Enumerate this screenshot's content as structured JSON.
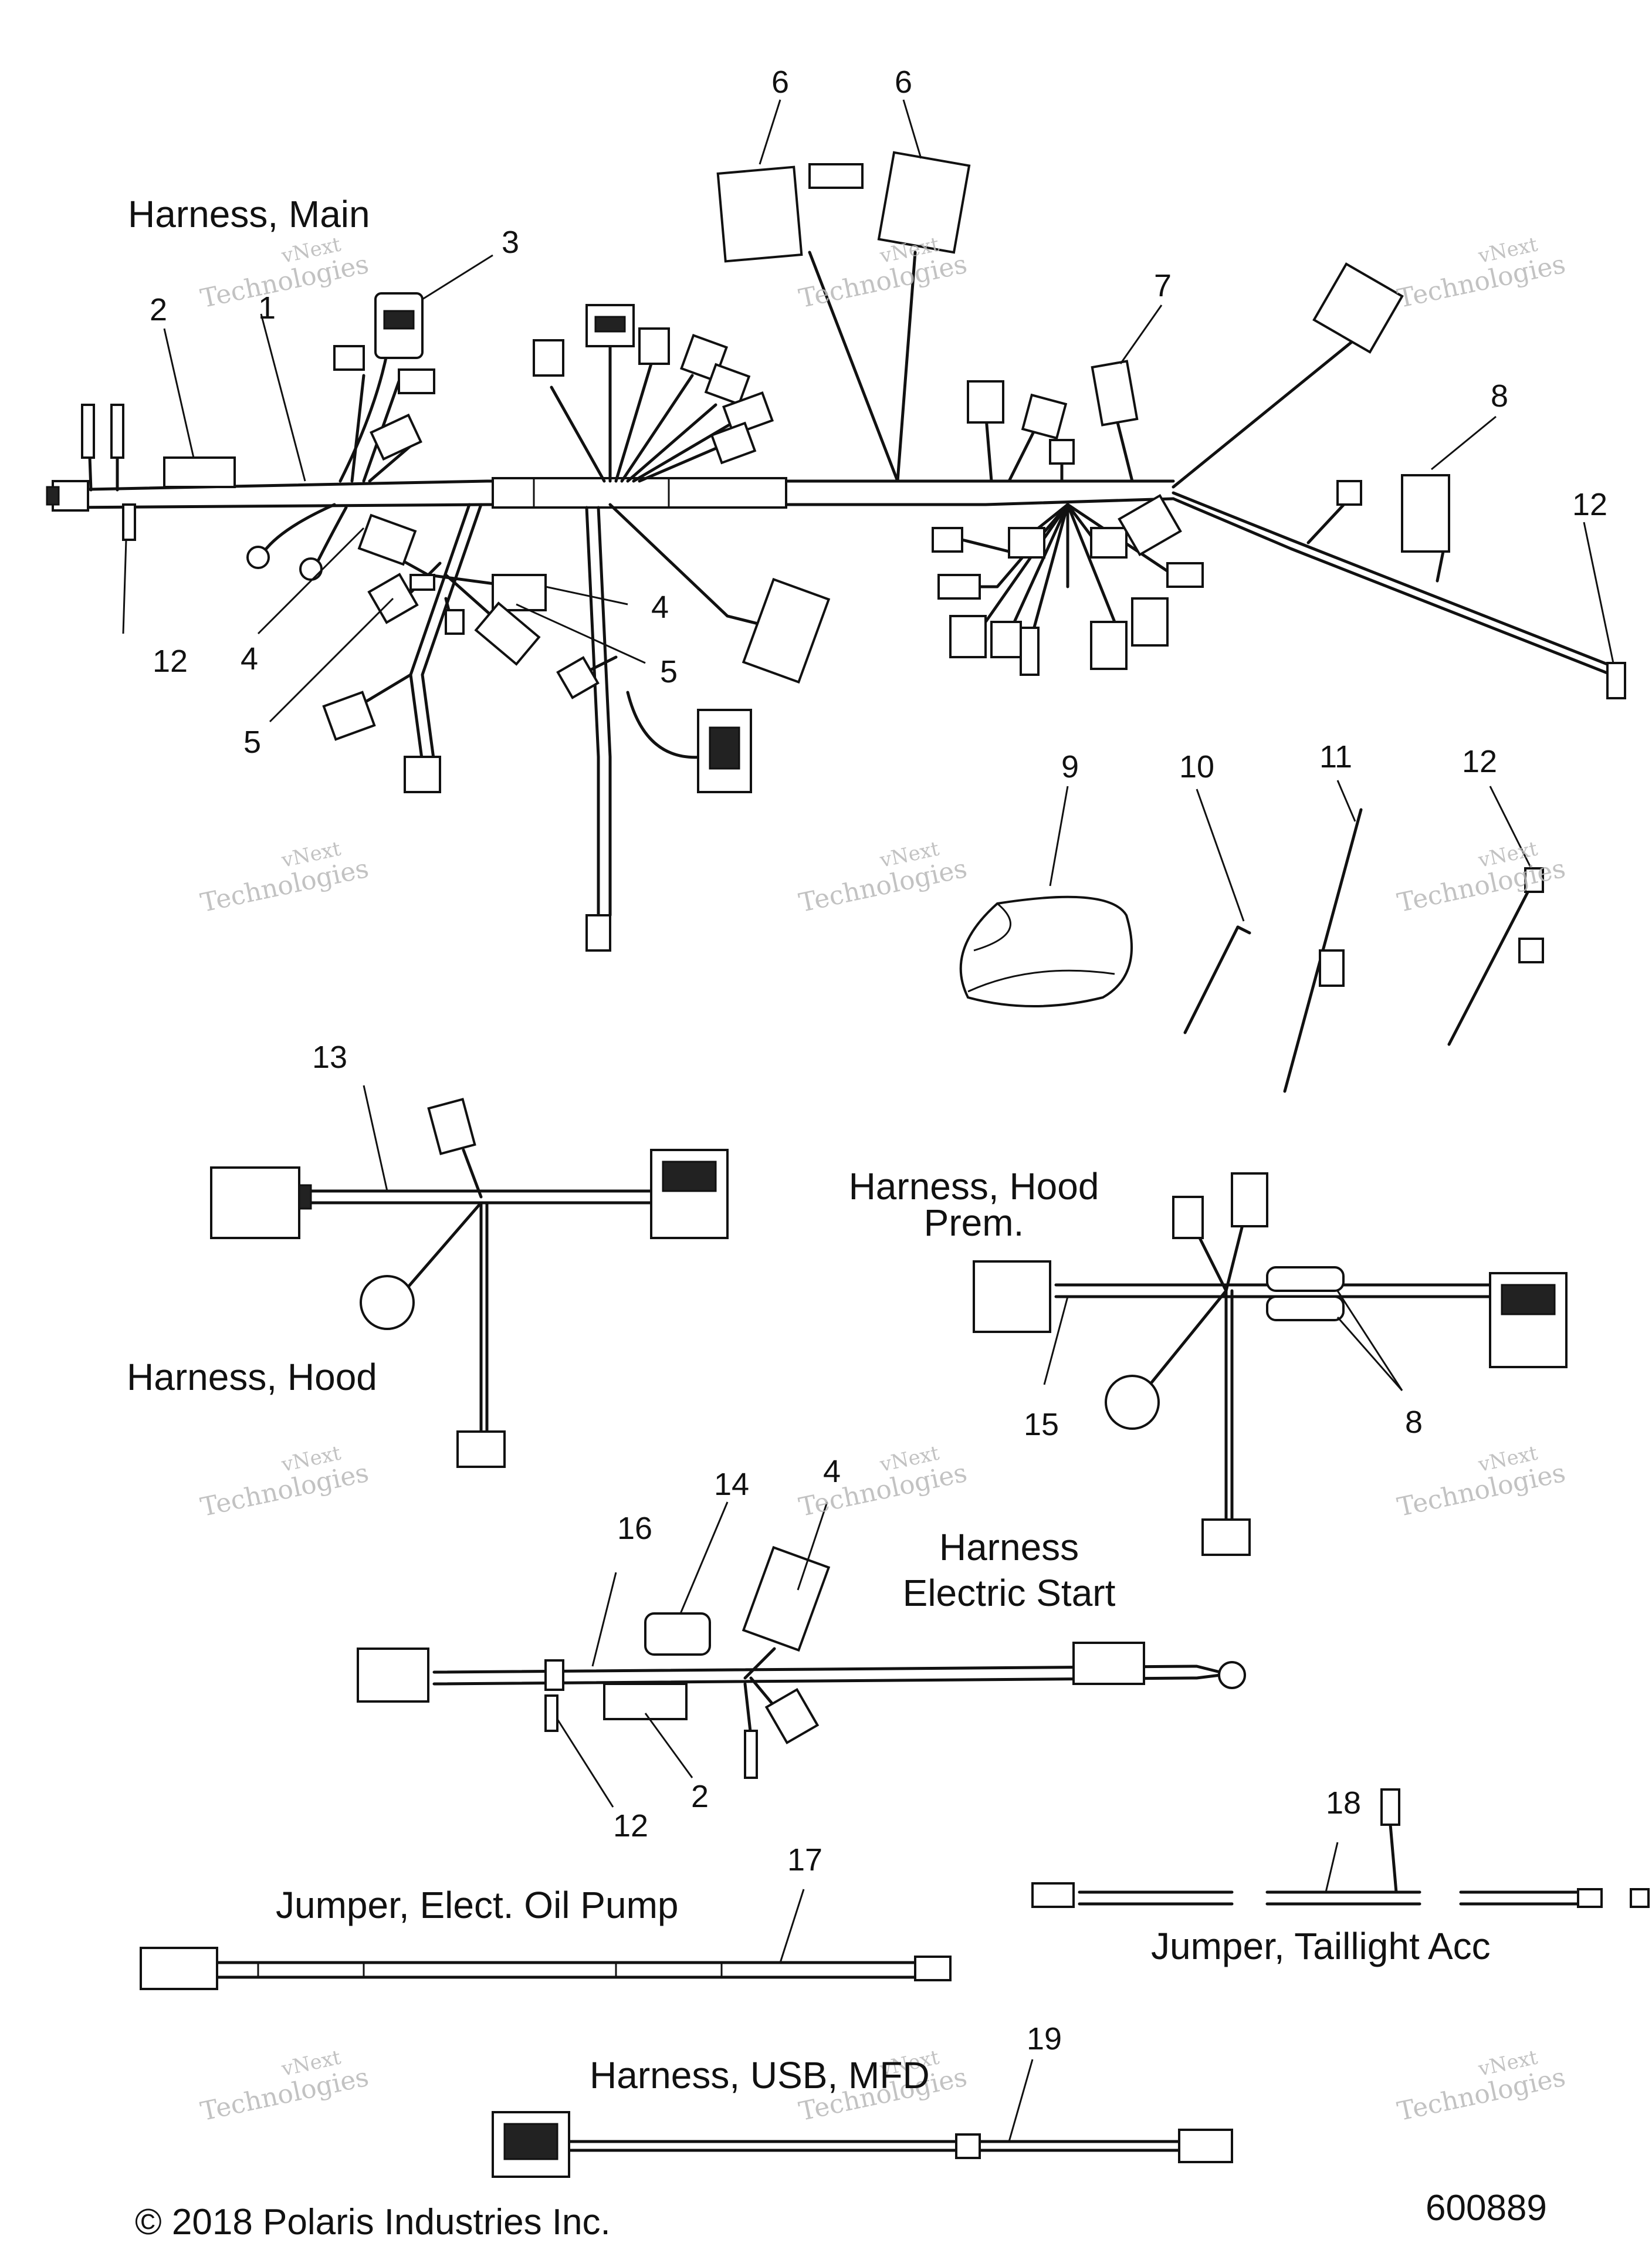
{
  "titles": {
    "main": "Harness, Main",
    "hood": "Harness, Hood",
    "hood_prem_1": "Harness, Hood",
    "hood_prem_2": "Prem.",
    "elec_start_1": "Harness",
    "elec_start_2": "Electric Start",
    "oil_pump": "Jumper, Elect. Oil Pump",
    "taillight": "Jumper, Taillight Acc",
    "usb": "Harness, USB, MFD"
  },
  "callouts": [
    "1",
    "2",
    "3",
    "4",
    "4",
    "5",
    "5",
    "6",
    "6",
    "7",
    "8",
    "12",
    "12",
    "9",
    "10",
    "11",
    "12",
    "13",
    "15",
    "8",
    "14",
    "4",
    "16",
    "12",
    "2",
    "17",
    "18",
    "19"
  ],
  "watermark": {
    "line1": "vNext",
    "line2": "Technologies",
    "small": "vNext Technologies"
  },
  "footer": {
    "copyright": "© 2018 Polaris Industries Inc.",
    "figure_number": "600889"
  },
  "colors": {
    "line": "#111111",
    "watermark": "#b8b8b8",
    "background": "#ffffff"
  }
}
